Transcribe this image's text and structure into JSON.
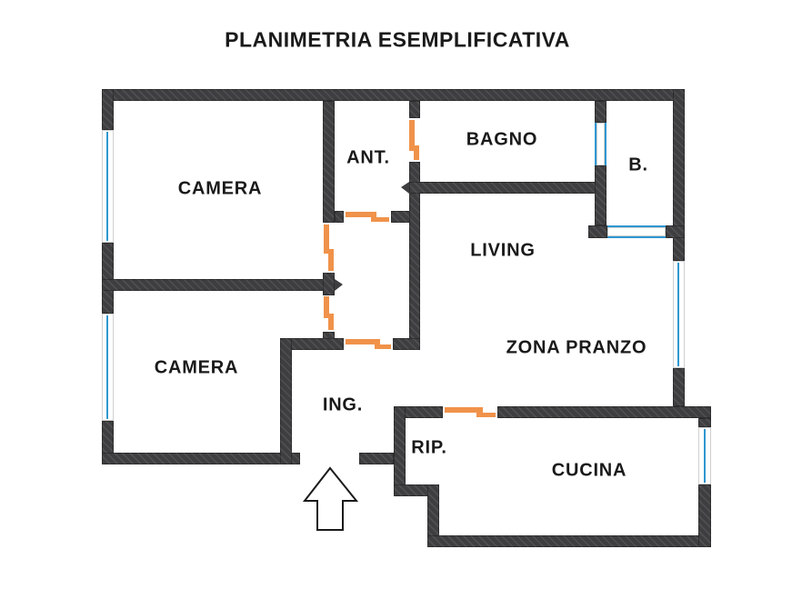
{
  "title": "PLANIMETRIA ESEMPLIFICATIVA",
  "rooms": {
    "camera1": "CAMERA",
    "ant": "ANT.",
    "bagno": "BAGNO",
    "balcone": "B.",
    "living": "LIVING",
    "camera2": "CAMERA",
    "ing": "ING.",
    "zona_pranzo": "ZONA PRANZO",
    "rip": "RIP.",
    "cucina": "CUCINA"
  },
  "icons": {
    "entrance_arrow": "entrance-direction-up"
  },
  "colors": {
    "wall": "#3e3e40",
    "window_glass": "#2e97d1",
    "door": "#f0924a",
    "text": "#1a1a1a",
    "background": "#ffffff"
  }
}
